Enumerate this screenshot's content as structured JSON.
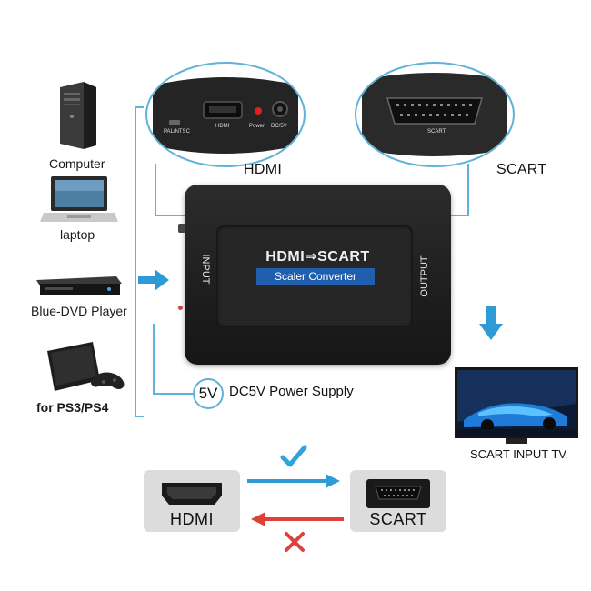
{
  "devices": [
    {
      "label": "Computer",
      "icon": "computer-tower-icon"
    },
    {
      "label": "laptop",
      "icon": "laptop-icon"
    },
    {
      "label": "Blue-DVD Player",
      "icon": "dvd-player-icon"
    },
    {
      "label": "for PS3/PS4",
      "icon": "game-console-icon"
    }
  ],
  "hdmi_port": {
    "caption": "HDMI",
    "switch_label": "PAL/NTSC",
    "port_label": "HDMI",
    "power_label": "Power",
    "dc_label": "DC/5V"
  },
  "scart_port": {
    "caption": "SCART",
    "port_label": "SCART"
  },
  "converter": {
    "title": "HDMI⇒SCART",
    "subtitle": "Scaler Converter",
    "input_label": "INPUT",
    "output_label": "OUTPUT"
  },
  "power": {
    "badge": "5V",
    "label": "DC5V Power Supply"
  },
  "tv": {
    "label": "SCART INPUT TV"
  },
  "bottom": {
    "left_label": "HDMI",
    "right_label": "SCART"
  },
  "colors": {
    "accent_blue": "#5fb2d8",
    "arrow_blue": "#2f9bd6",
    "check_blue": "#2fa3e0",
    "arrow_red": "#e0403a",
    "badge_blue": "#1f5fad",
    "device_black": "#1e1e1e"
  }
}
